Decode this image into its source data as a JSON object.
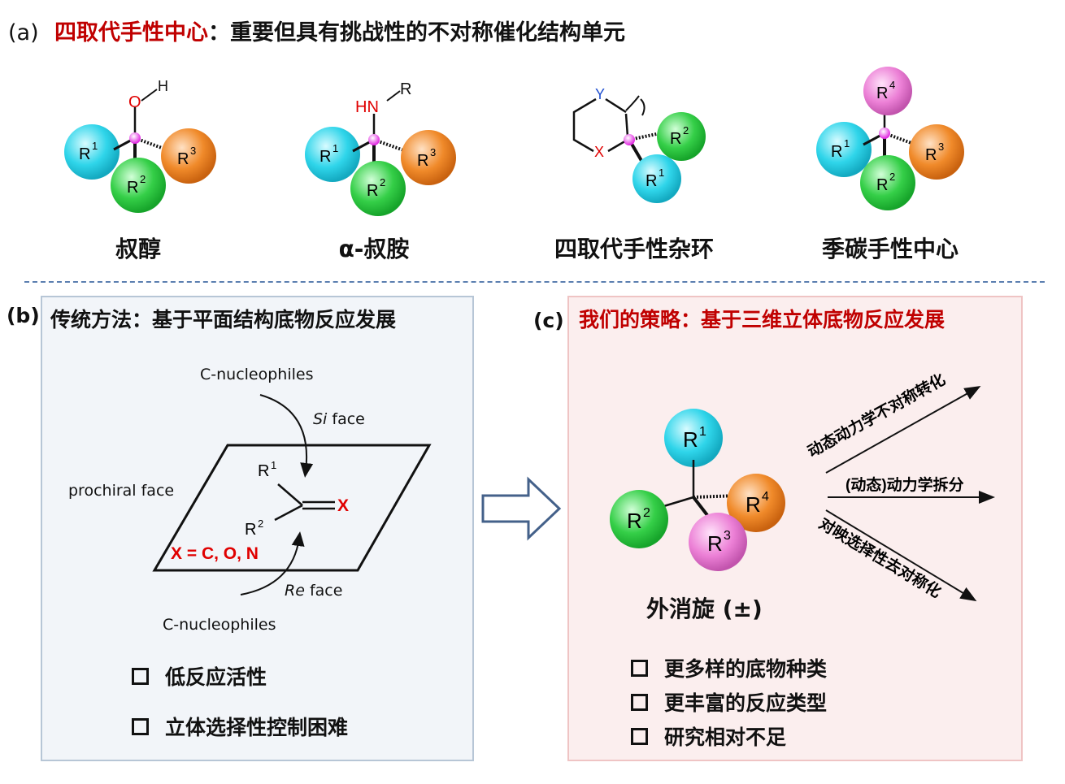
{
  "panel_a": {
    "label": "(a)",
    "title_red": "四取代手性中心",
    "title_rest": "：重要但具有挑战性的不对称催化结构单元",
    "structures": [
      {
        "name": "叔醇",
        "top_group": "O",
        "top_h": "H"
      },
      {
        "name": "α-叔胺",
        "top_group": "HN",
        "top_r": "R"
      },
      {
        "name": "四取代手性杂环",
        "ring_y": "Y",
        "ring_x": "X"
      },
      {
        "name": "季碳手性中心"
      }
    ],
    "substituents": {
      "r1": "R",
      "r2": "R",
      "r3": "R",
      "r4": "R",
      "s1": "1",
      "s2": "2",
      "s3": "3",
      "s4": "4"
    }
  },
  "panel_b": {
    "label": "(b)",
    "title": "传统方法：基于平面结构底物反应发展",
    "nucleophile_top": "C-nucleophiles",
    "si_face_italic": "Si",
    "si_face_rest": " face",
    "prochiral": "prochiral face",
    "re_face_italic": "Re",
    "re_face_rest": " face",
    "nucleophile_bottom": "C-nucleophiles",
    "carbonyl_x": "X",
    "x_def": "X = C, O, N",
    "bullets": [
      "低反应活性",
      "立体选择性控制困难"
    ]
  },
  "panel_c": {
    "label": "(c)",
    "title": "我们的策略：基于三维立体底物反应发展",
    "racemate": "外消旋 (±)",
    "arrows": [
      "动态动力学不对称转化",
      "(动态)动力学拆分",
      "对映选择性去对称化"
    ],
    "bullets": [
      "更多样的底物种类",
      "更丰富的反应类型",
      "研究相对不足"
    ]
  },
  "colors": {
    "cyan": "#2fd5ea",
    "green": "#2fcf46",
    "orange": "#f08a2a",
    "pink": "#ee7fd8",
    "dash": "#5b7fb0"
  }
}
